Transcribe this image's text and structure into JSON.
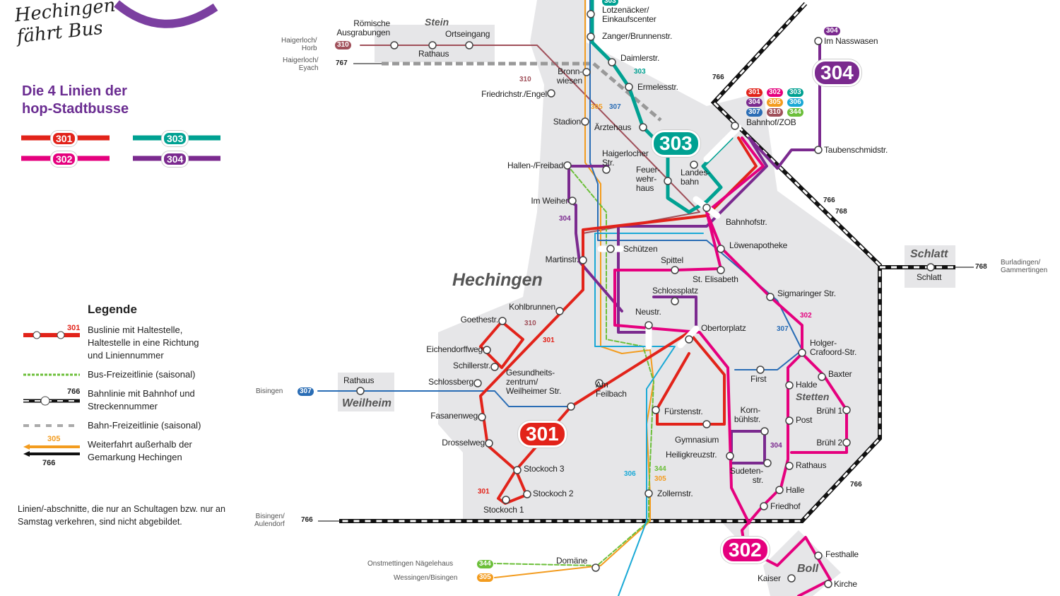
{
  "logo": {
    "text": "Hechingen\nfährt Bus",
    "color": "#7b3fa0"
  },
  "title": "Die 4 Linien der\nhop-Stadtbusse",
  "lines": [
    {
      "number": "301",
      "color": "#e2231a"
    },
    {
      "number": "302",
      "color": "#e5007e"
    },
    {
      "number": "303",
      "color": "#00a192"
    },
    {
      "number": "304",
      "color": "#7b2a8f"
    },
    {
      "number": "305",
      "color": "#f39c1f"
    },
    {
      "number": "306",
      "color": "#1aa9d6"
    },
    {
      "number": "307",
      "color": "#2a6db5"
    },
    {
      "number": "310",
      "color": "#a0505a"
    },
    {
      "number": "344",
      "color": "#6cbf3a"
    }
  ],
  "legend": {
    "title": "Legende",
    "items": [
      {
        "label": "Buslinie mit Haltestelle,\nHaltestelle in eine Richtung\nund Liniennummer",
        "number": "301"
      },
      {
        "label": "Bus-Freizeitlinie (saisonal)"
      },
      {
        "label": "Bahnlinie mit Bahnhof und\nStreckennummer",
        "number": "766"
      },
      {
        "label": "Bahn-Freizeitlinie (saisonal)"
      },
      {
        "label": "Weiterfahrt außerhalb der\nGemarkung Hechingen",
        "number": "305",
        "number2": "766"
      }
    ],
    "note": "Linien/-abschnitte, die nur an Schultagen bzw. nur an Samstag verkehren, sind nicht abgebildet."
  },
  "places": [
    "Hechingen",
    "Stein",
    "Weilheim",
    "Stetten",
    "Boll",
    "Schlatt"
  ],
  "stops": [
    "Lotzenäcker/\nEinkaufscenter",
    "Zanger/Brunnenstr.",
    "Daimlerstr.",
    "Ermelesstr.",
    "Ärztehaus",
    "Bronn-\nwiesen",
    "Friedrichstr./Engel",
    "Stadion",
    "Haigerlocher\nStr.",
    "Feuer-\nwehr-\nhaus",
    "Landes-\nbahn",
    "Hallen-/Freibad",
    "Im Weiher",
    "Martinstr.",
    "Schützen",
    "Spittel",
    "St. Elisabeth",
    "Schlossplatz",
    "Löwenapotheke",
    "Bahnhofstr.",
    "Bahnhof/ZOB",
    "Taubenschmidstr.",
    "Im Nasswasen",
    "Sigmaringer Str.",
    "Kohlbrunnen",
    "Goethestr.",
    "Neustr.",
    "Obertorplatz",
    "Eichendorffweg",
    "Schillerstr.",
    "Schlossberg",
    "Gesundheits-\nzentrum/\nWeilheimer Str.",
    "Am\nFeilbach",
    "Holger-\nCrafoord-Str.",
    "First",
    "Baxter",
    "Halde",
    "Fürstenstr.",
    "Korn-\nbühlstr.",
    "Post",
    "Brühl 1",
    "Brühl 2",
    "Fasanenweg",
    "Drosselweg",
    "Gymnasium",
    "Heiligkreuzstr.",
    "Rathaus",
    "Sudeten-\nstr.",
    "Stockoch 3",
    "Stockoch 2",
    "Stockoch 1",
    "Zollernstr.",
    "Halle",
    "Friedhof",
    "Domäne",
    "Festhalle",
    "Kaiser",
    "Kirche",
    "Römische\nAusgrabungen",
    "Ortseingang",
    "Rathaus",
    "Rathaus",
    "Schlatt"
  ],
  "destinations": [
    {
      "name": "Haigerloch/\nHorb",
      "line": "310"
    },
    {
      "name": "Haigerloch/\nEyach",
      "line": "767"
    },
    {
      "name": "Bisingen",
      "line": "307"
    },
    {
      "name": "Bisingen/\nAulendorf",
      "line": "766"
    },
    {
      "name": "Onstmettingen Nägelehaus",
      "line": "344"
    },
    {
      "name": "Wessingen/Bisingen",
      "line": "305"
    },
    {
      "name": "Burladingen/\nGammertingen",
      "line": "768"
    }
  ],
  "rail_numbers": [
    "766",
    "766",
    "768",
    "766",
    "768"
  ],
  "line_labels": [
    "303",
    "310",
    "305",
    "307",
    "304",
    "310",
    "301",
    "302",
    "307",
    "304",
    "306",
    "344",
    "305",
    "301",
    "303",
    "304"
  ]
}
